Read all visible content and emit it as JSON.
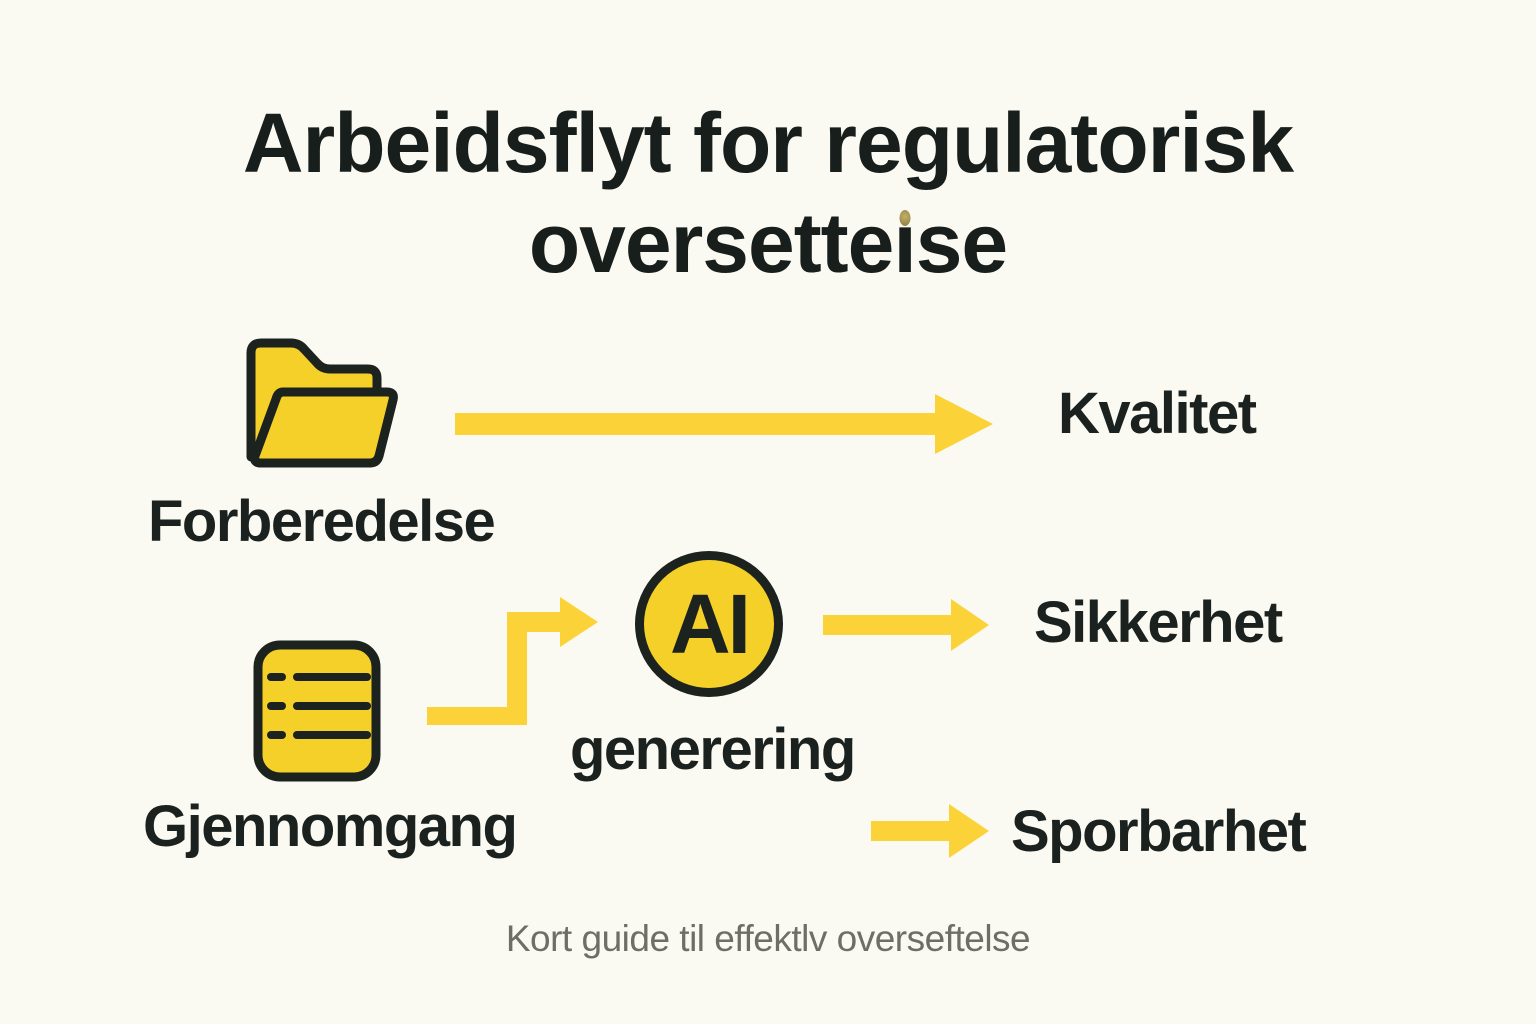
{
  "title": {
    "line1": "Arbeidsflyt for regulatorisk",
    "line2_pre": "oversette",
    "line2_i": "ı",
    "line2_post": "se"
  },
  "nodes": {
    "forberedelse": {
      "label": "Forberedelse",
      "icon": "open-folder-icon"
    },
    "gjennomgang": {
      "label": "Gjennomgang",
      "icon": "document-list-icon"
    },
    "ai": {
      "badge": "AI",
      "label": "generering",
      "icon": "ai-circle-icon"
    }
  },
  "outcomes": {
    "kvalitet": "Kvalitet",
    "sikkerhet": "Sikkerhet",
    "sporbarhet": "Sporbarhet"
  },
  "footer": "Kort guide til effektlv overseftelse",
  "colors": {
    "background": "#fafaf2",
    "icon_yellow": "#f5d028",
    "arrow_yellow": "#fbd339",
    "ink": "#1a211e",
    "outline": "#1c231f",
    "footer_gray": "#6e6e67",
    "gold_dot": "#a3924e"
  }
}
